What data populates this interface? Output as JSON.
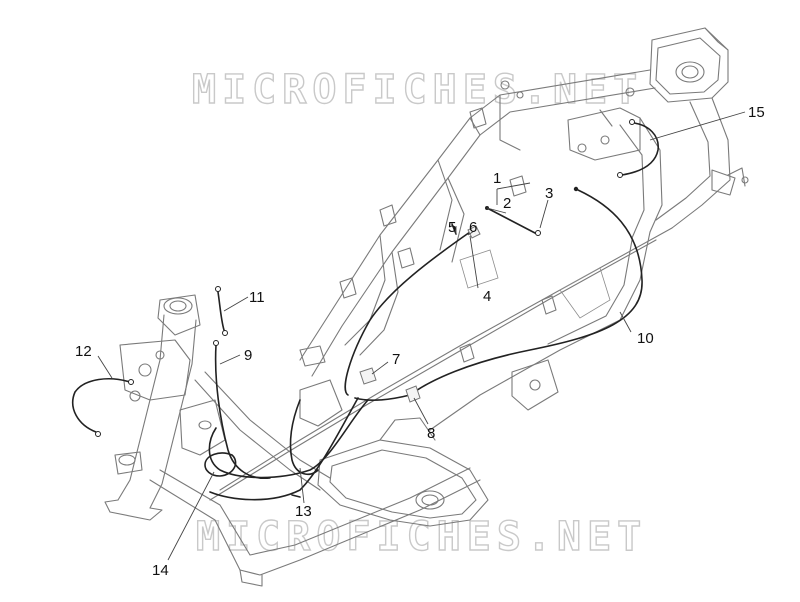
{
  "watermark": {
    "text_top": "MICROFICHES.NET",
    "text_bottom": "MICROFICHES.NET"
  },
  "callouts": {
    "c1": "1",
    "c2": "2",
    "c3": "3",
    "c4": "4",
    "c5": "5",
    "c6": "6",
    "c7": "7",
    "c8": "8",
    "c9": "9",
    "c10": "10",
    "c11": "11",
    "c12": "12",
    "c13": "13",
    "c14": "14",
    "c15": "15"
  }
}
